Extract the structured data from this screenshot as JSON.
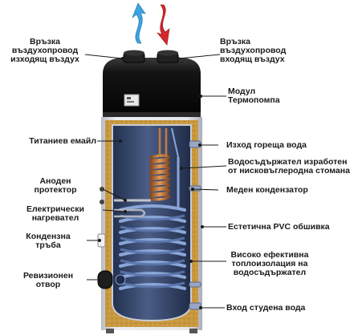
{
  "colors": {
    "arrow_out": "#3ba3e0",
    "arrow_in": "#d8262b",
    "insulation": "#c8983f",
    "tank_inner": "#3a4a70",
    "casing": "#d9dbe0",
    "coil": "#8aa6d8",
    "copper": "#c87a3e",
    "module": "#111111"
  },
  "labels": {
    "air_out": "Връзка\nвъздухопровод\nизходящ въздух",
    "air_in": "Връзка\nвъздухопровод\nвходящ въздух",
    "heat_pump_module": "Модул\nТермопомпа",
    "titanium_enamel": "Титаниев емайл",
    "hot_water_outlet": "Изход гореща вода",
    "tank_material": "Водосъдържател изработен\nот нисковъглеродна стомана",
    "anode": "Аноден\nпротектор",
    "copper_condenser": "Меден кондензатор",
    "electric_heater": "Електрически\nнагревател",
    "pvc_casing": "Естетична PVC обшивка",
    "condensate_pipe": "Кондензна\nтръба",
    "insulation": "Високо ефективна\nтоплоизолация на\nводосъдържател",
    "inspection_hole": "Ревизионен\nотвор",
    "cold_water_inlet": "Вход студена вода"
  }
}
